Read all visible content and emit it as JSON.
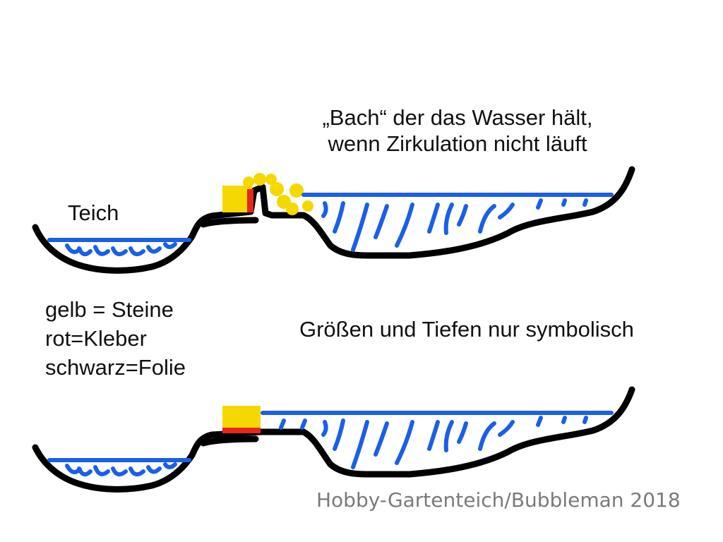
{
  "annotations": {
    "bach_line1": "„Bach“ der das Wasser hält,",
    "bach_line2": "wenn Zirkulation nicht läuft",
    "teich": "Teich",
    "sizes_note": "Größen und Tiefen nur symbolisch"
  },
  "legend": {
    "yellow": "gelb = Steine",
    "red": "rot=Kleber",
    "black": "schwarz=Folie"
  },
  "credit": "Hobby-Gartenteich/Bubbleman 2018",
  "colors": {
    "liner": "#000000",
    "water": "#1a5fe6",
    "stones": "#f5d800",
    "glue": "#e8261c"
  },
  "diagrams": [
    {
      "state": "circulation off",
      "barrier": "stones with glue gap"
    },
    {
      "state": "circulation on",
      "barrier": "stone on glue"
    }
  ]
}
